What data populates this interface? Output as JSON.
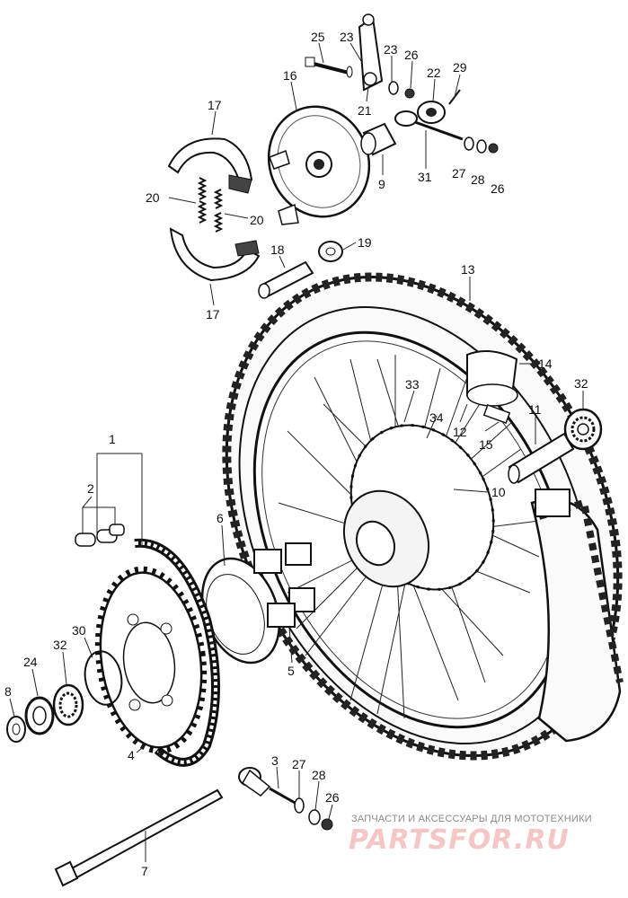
{
  "diagram": {
    "callouts": [
      {
        "id": "c25",
        "label": "25"
      },
      {
        "id": "c23a",
        "label": "23"
      },
      {
        "id": "c23b",
        "label": "23"
      },
      {
        "id": "c26a",
        "label": "26"
      },
      {
        "id": "c22",
        "label": "22"
      },
      {
        "id": "c29",
        "label": "29"
      },
      {
        "id": "c16",
        "label": "16"
      },
      {
        "id": "c21",
        "label": "21"
      },
      {
        "id": "c17a",
        "label": "17"
      },
      {
        "id": "c9",
        "label": "9"
      },
      {
        "id": "c31",
        "label": "31"
      },
      {
        "id": "c27a",
        "label": "27"
      },
      {
        "id": "c28a",
        "label": "28"
      },
      {
        "id": "c26b",
        "label": "26"
      },
      {
        "id": "c20a",
        "label": "20"
      },
      {
        "id": "c20b",
        "label": "20"
      },
      {
        "id": "c18",
        "label": "18"
      },
      {
        "id": "c19",
        "label": "19"
      },
      {
        "id": "c17b",
        "label": "17"
      },
      {
        "id": "c13",
        "label": "13"
      },
      {
        "id": "c14",
        "label": "14"
      },
      {
        "id": "c33",
        "label": "33"
      },
      {
        "id": "c32a",
        "label": "32"
      },
      {
        "id": "c34",
        "label": "34"
      },
      {
        "id": "c11",
        "label": "11"
      },
      {
        "id": "c12",
        "label": "12"
      },
      {
        "id": "c15",
        "label": "15"
      },
      {
        "id": "c1",
        "label": "1"
      },
      {
        "id": "c10",
        "label": "10"
      },
      {
        "id": "c2",
        "label": "2"
      },
      {
        "id": "c6",
        "label": "6"
      },
      {
        "id": "c30",
        "label": "30"
      },
      {
        "id": "c24",
        "label": "24"
      },
      {
        "id": "c32b",
        "label": "32"
      },
      {
        "id": "c5",
        "label": "5"
      },
      {
        "id": "c8",
        "label": "8"
      },
      {
        "id": "c4",
        "label": "4"
      },
      {
        "id": "c3",
        "label": "3"
      },
      {
        "id": "c27b",
        "label": "27"
      },
      {
        "id": "c28b",
        "label": "28"
      },
      {
        "id": "c26c",
        "label": "26"
      },
      {
        "id": "c7",
        "label": "7"
      }
    ]
  },
  "watermark": {
    "caption": "ЗАПЧАСТИ И АКСЕССУАРЫ ДЛЯ МОТОТЕХНИКИ",
    "logo": "PARTSFOR.RU"
  }
}
